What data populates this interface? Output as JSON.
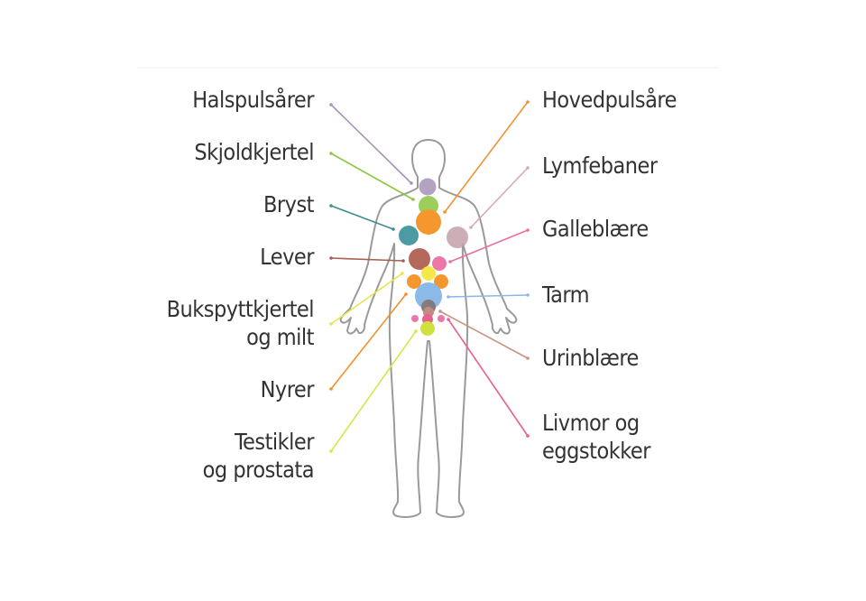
{
  "left_labels": [
    {
      "text": "Halspulsårer",
      "color": "#a892b8"
    },
    {
      "text": "Skjoldkjertel",
      "color": "#8cc63f"
    },
    {
      "text": "Bryst",
      "color": "#3e8e94"
    },
    {
      "text": "Lever",
      "color": "#a95f52"
    },
    {
      "text": "Bukspyttkjertel\nog milt",
      "color": "#e6e64a"
    },
    {
      "text": "Nyrer",
      "color": "#f2922e"
    },
    {
      "text": "Testikler\nog prostata",
      "color": "#d8e64a"
    }
  ],
  "right_labels": [
    {
      "text": "Hovedpulsåre",
      "color": "#f2922e"
    },
    {
      "text": "Lymfebaner",
      "color": "#d1aab8"
    },
    {
      "text": "Galleblære",
      "color": "#ea6fa0"
    },
    {
      "text": "Tarm",
      "color": "#8ab8e6"
    },
    {
      "text": "Urinblære",
      "color": "#c9927f"
    },
    {
      "text": "Livmor og\neggstokker",
      "color": "#ea5f8e"
    }
  ]
}
